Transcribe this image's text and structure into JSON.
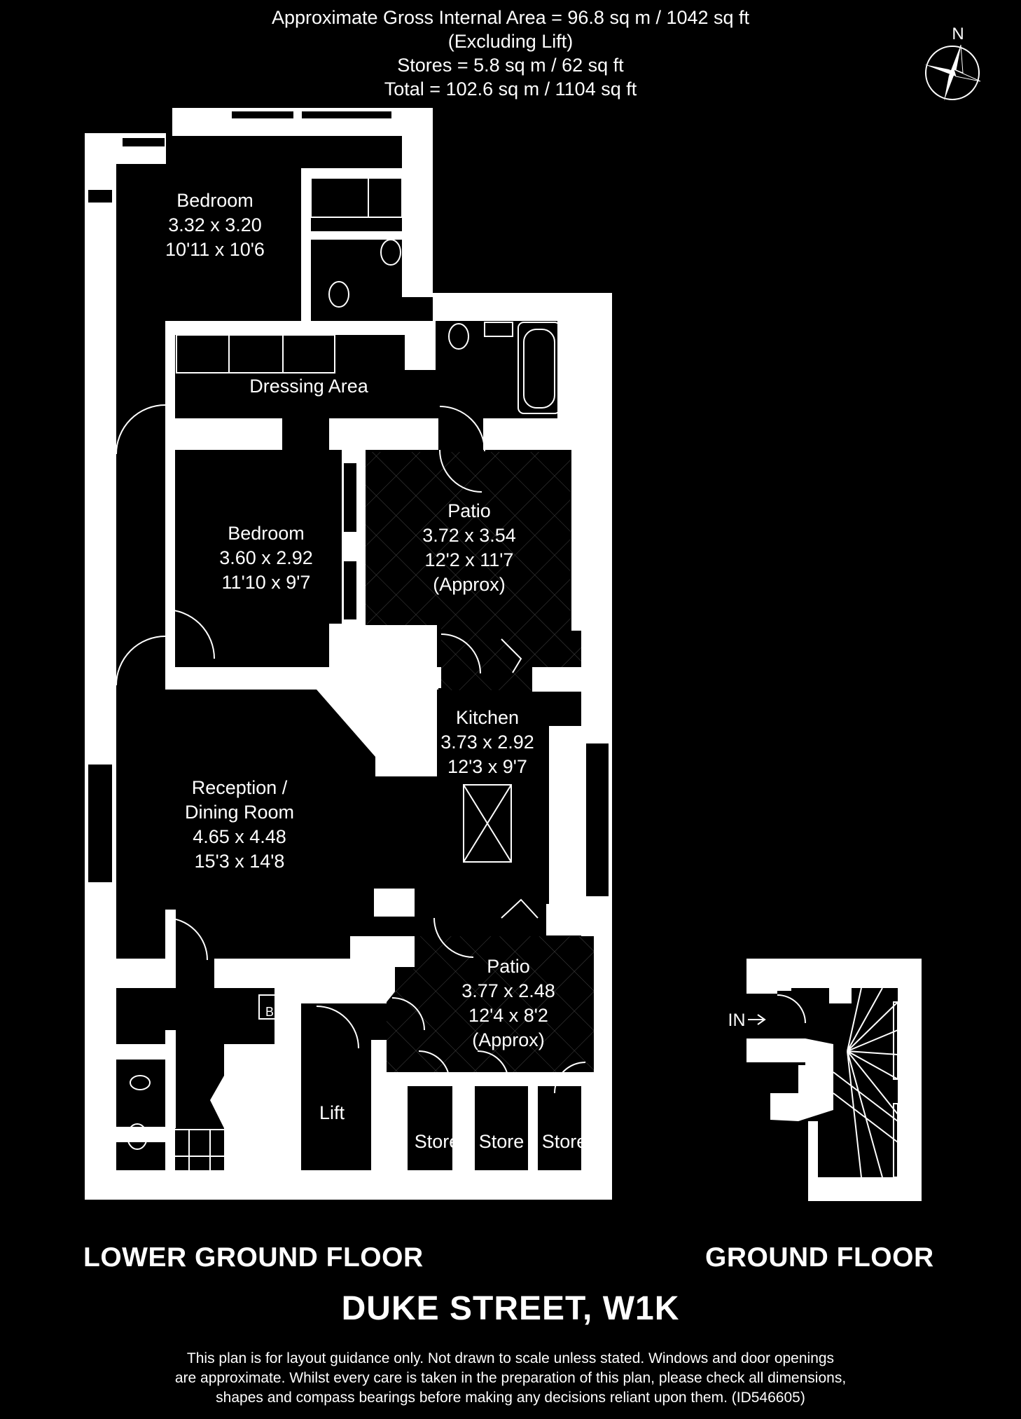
{
  "header": {
    "line1": "Approximate Gross Internal Area = 96.8 sq m / 1042 sq ft",
    "line2": "(Excluding Lift)",
    "line3": "Stores = 5.8 sq m / 62 sq ft",
    "line4": "Total = 102.6 sq m / 1104 sq ft"
  },
  "compass": {
    "north_label": "N"
  },
  "rooms": {
    "bedroom1": {
      "name": "Bedroom",
      "metric": "3.32 x 3.20",
      "imperial": "10'11 x 10'6"
    },
    "dressing": {
      "name": "Dressing Area"
    },
    "bedroom2": {
      "name": "Bedroom",
      "metric": "3.60 x 2.92",
      "imperial": "11'10 x 9'7"
    },
    "patio1": {
      "name": "Patio",
      "metric": "3.72 x 3.54",
      "imperial": "12'2 x 11'7",
      "note": "(Approx)"
    },
    "kitchen": {
      "name": "Kitchen",
      "metric": "3.73 x 2.92",
      "imperial": "12'3 x 9'7"
    },
    "reception": {
      "name1": "Reception /",
      "name2": "Dining Room",
      "metric": "4.65 x 4.48",
      "imperial": "15'3 x 14'8"
    },
    "patio2": {
      "name": "Patio",
      "metric": "3.77 x 2.48",
      "imperial": "12'4 x 8'2",
      "note": "(Approx)"
    },
    "lift": {
      "name": "Lift"
    },
    "store1": {
      "name": "Store"
    },
    "store2": {
      "name": "Store"
    },
    "store3": {
      "name": "Store"
    },
    "boiler": {
      "name": "B"
    },
    "entrance": {
      "name": "IN"
    }
  },
  "floors": {
    "lower": "LOWER GROUND FLOOR",
    "ground": "GROUND FLOOR"
  },
  "address": "DUKE STREET, W1K",
  "disclaimer": {
    "line1": "This plan is for layout guidance only. Not drawn to scale unless stated. Windows and door openings",
    "line2": "are approximate. Whilst every care is taken in the preparation of this plan, please check all dimensions,",
    "line3": "shapes and compass bearings before making any decisions reliant upon them. (ID546605)"
  }
}
